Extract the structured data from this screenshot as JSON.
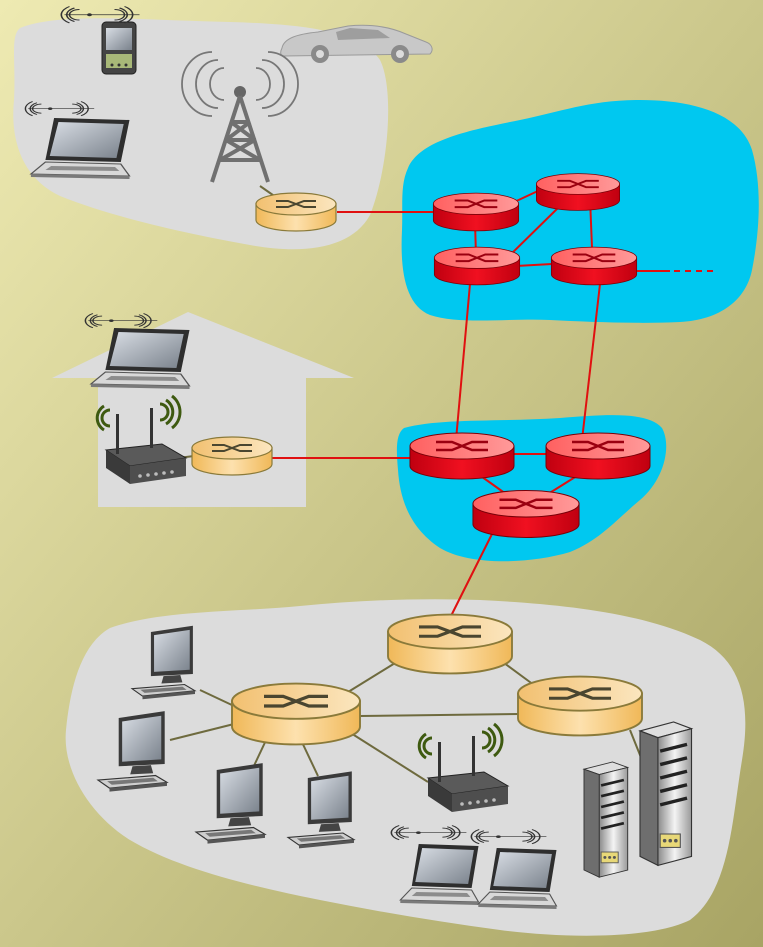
{
  "diagram": {
    "description_kind": "network-topology",
    "colors": {
      "background_light": "#eeeab2",
      "background_dark": "#a8a464",
      "region_fill": "#dcdcdc",
      "isp_fill": "#00c8f0",
      "core_router": "#e8101a",
      "edge_router": "#f5c06e",
      "core_link": "#e01010",
      "edge_link": "#6e6a3e"
    },
    "regions": [
      {
        "name": "mobile-network"
      },
      {
        "name": "home-network"
      },
      {
        "name": "enterprise-network"
      },
      {
        "name": "global-isp"
      },
      {
        "name": "regional-isp"
      }
    ],
    "icons": [
      "smartphone-icon",
      "car-icon",
      "laptop-icon",
      "cell-tower-icon",
      "wireless-router-icon",
      "desktop-computer-icon",
      "server-icon",
      "router-icon"
    ]
  }
}
